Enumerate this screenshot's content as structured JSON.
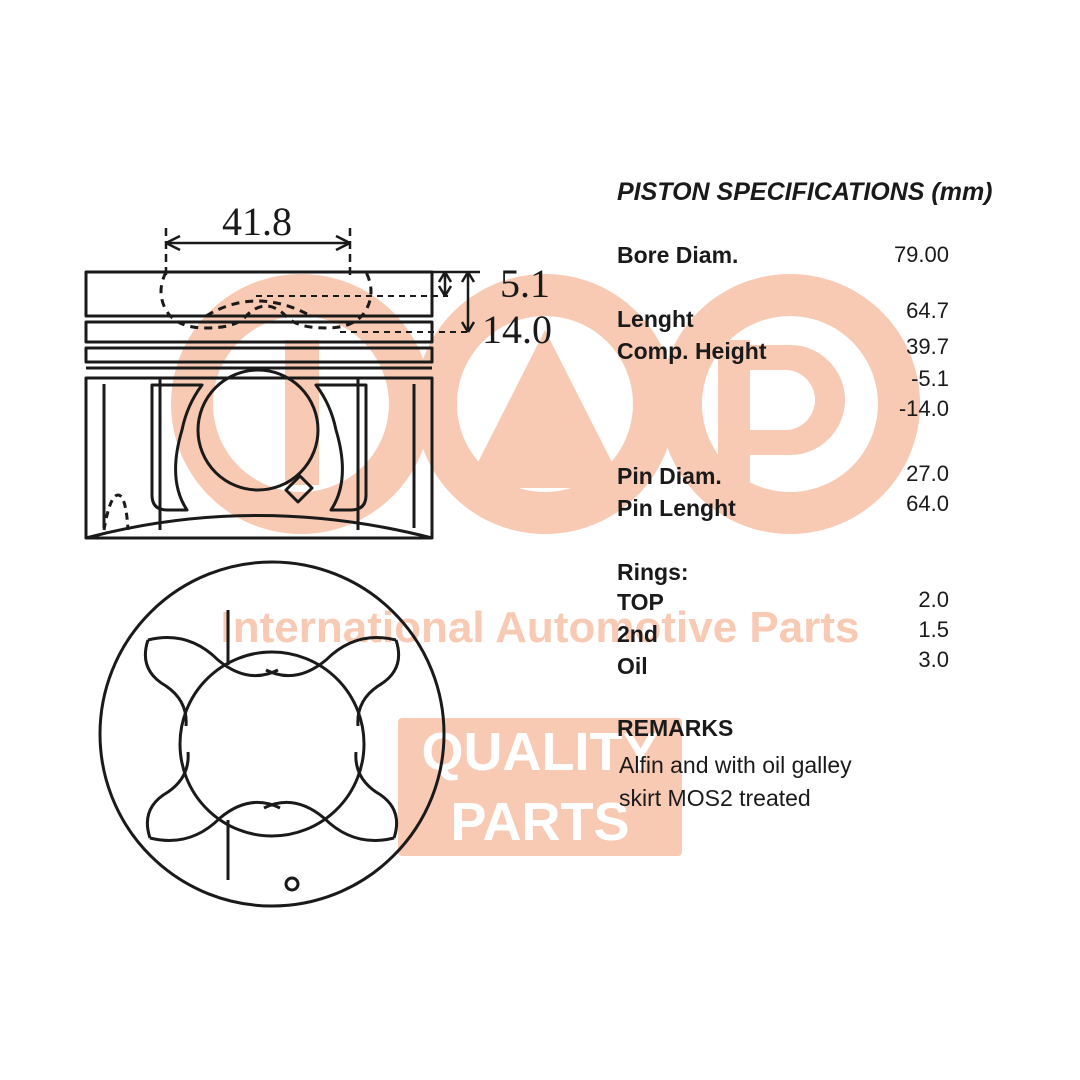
{
  "watermark": {
    "brand_text": "International Automotive Parts",
    "quality_line1": "QUALITY",
    "quality_line2": "PARTS",
    "color": "#F8C9B3"
  },
  "dimensions": {
    "bowl_width": "41.8",
    "top_land": "5.1",
    "ring_zone": "14.0"
  },
  "specs": {
    "title": "PISTON SPECIFICATIONS (mm)",
    "bore_label": "Bore Diam.",
    "bore_value": "79.00",
    "length_label": "Lenght",
    "length_value": "64.7",
    "comp_label": "Comp. Height",
    "comp_value": "39.7",
    "offset1_value": "-5.1",
    "offset2_value": "-14.0",
    "pin_diam_label": "Pin Diam.",
    "pin_diam_value": "27.0",
    "pin_length_label": "Pin Lenght",
    "pin_length_value": "64.0",
    "rings_label": "Rings:",
    "top_label": "TOP",
    "top_value": "2.0",
    "second_label": "2nd",
    "second_value": "1.5",
    "oil_label": "Oil",
    "oil_value": "3.0",
    "remarks_label": "REMARKS",
    "remark_line1": "Alfin and with oil galley",
    "remark_line2": "skirt MOS2 treated"
  }
}
